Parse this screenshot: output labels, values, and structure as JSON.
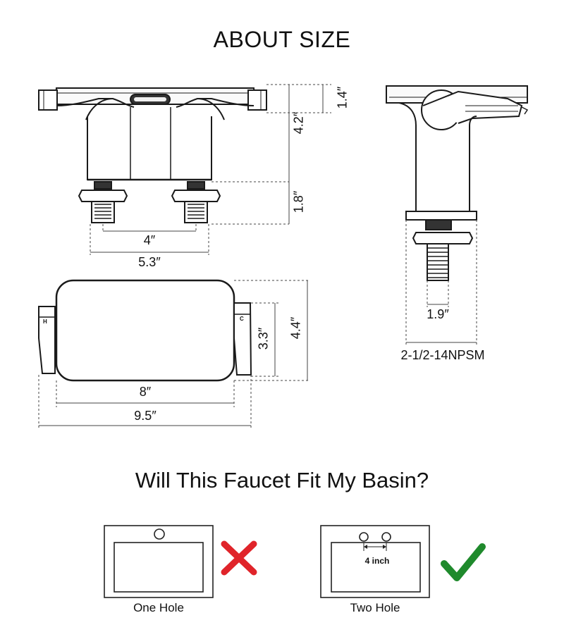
{
  "heading": "ABOUT SIZE",
  "dimensions": {
    "front_top_height": "1.4″",
    "front_body_height": "4.2″",
    "front_shank_height": "1.8″",
    "front_center_spacing": "4″",
    "front_base_width": "5.3″",
    "top_length_inner": "8″",
    "top_length_overall": "9.5″",
    "top_width_inner": "3.3″",
    "top_width_overall": "4.4″",
    "side_shank_width": "1.9″",
    "thread_spec": "2-1/2-14NPSM"
  },
  "handle_markers": {
    "hot": "H",
    "cold": "C"
  },
  "question": "Will This Faucet Fit My Basin?",
  "basins": [
    {
      "caption": "One Hole",
      "fits": false,
      "mark": "cross-icon"
    },
    {
      "caption": "Two Hole",
      "fits": true,
      "mark": "check-icon",
      "spacing_label": "4 inch"
    }
  ],
  "colors": {
    "cross": "#e0242a",
    "check": "#1f8a2c",
    "line": "#1a1a1a",
    "guide": "#444444"
  }
}
